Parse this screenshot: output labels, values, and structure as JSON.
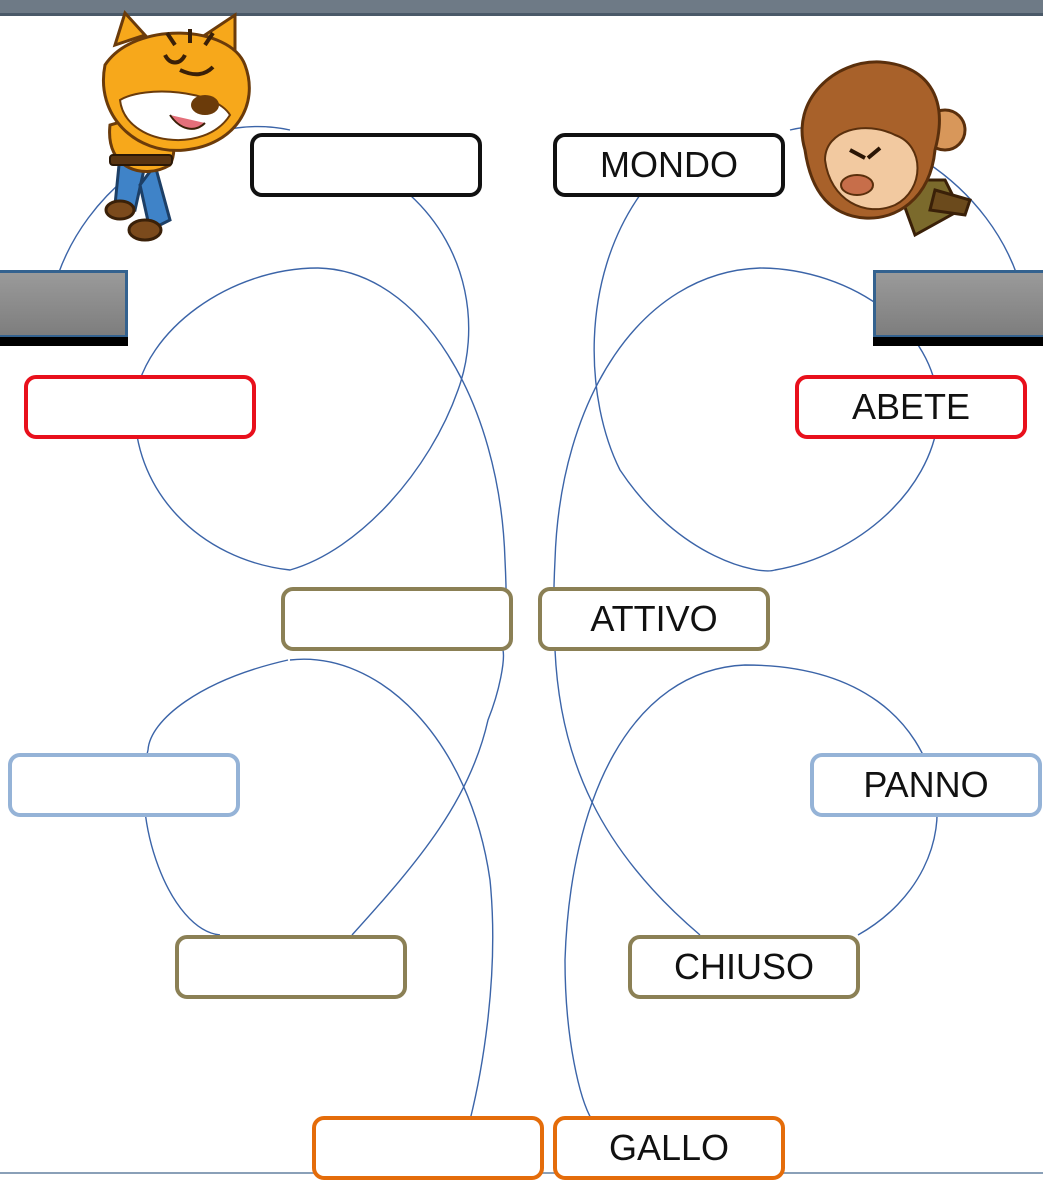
{
  "colors": {
    "black": "#111111",
    "red": "#e8101c",
    "olive": "#8b8055",
    "blue": "#95b3d7",
    "orange": "#e46c0a",
    "line": "#3b64a8"
  },
  "characters": [
    {
      "name": "tiger-icon"
    },
    {
      "name": "monkey-icon"
    }
  ],
  "boxes": {
    "left_1": "",
    "right_1": "MONDO",
    "left_2": "",
    "right_2": "ABETE",
    "left_3": "",
    "right_3": "ATTIVO",
    "left_4": "",
    "right_4": "PANNO",
    "left_5": "",
    "right_5": "CHIUSO",
    "left_6": "",
    "right_6": "GALLO"
  }
}
